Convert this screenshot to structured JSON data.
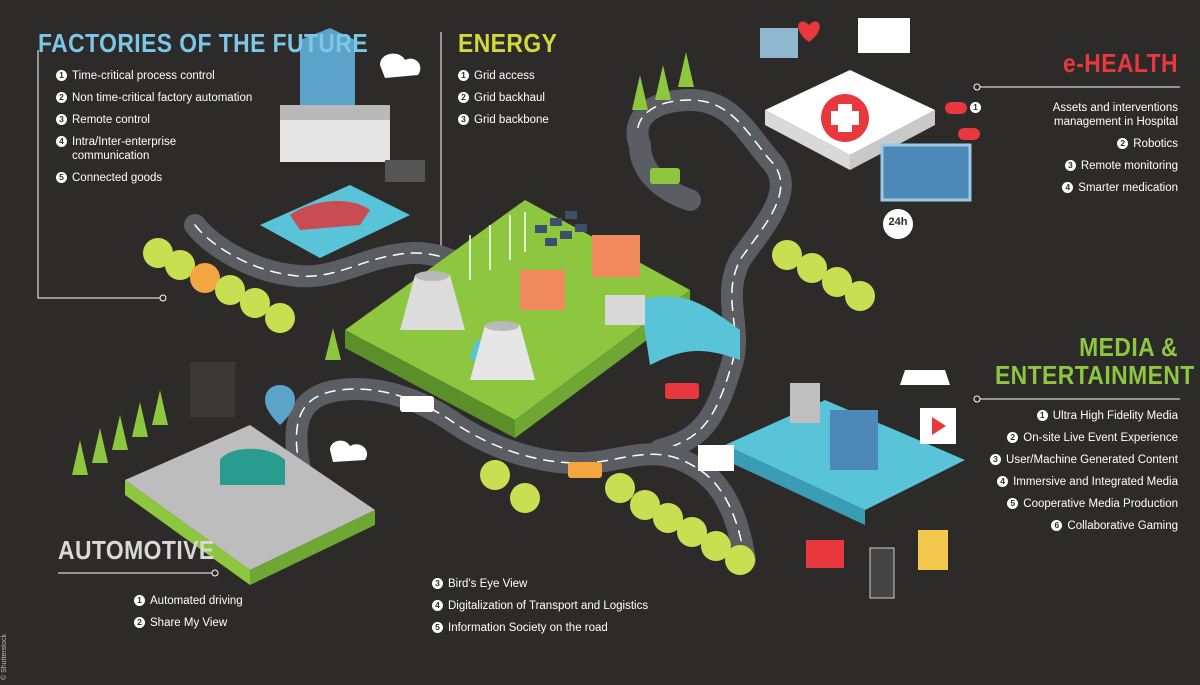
{
  "factories": {
    "title": "FACTORIES OF THE FUTURE",
    "color": "#7cc7e8",
    "items": [
      {
        "num": "1",
        "text": "Time-critical process control"
      },
      {
        "num": "2",
        "text": "Non time-critical factory automation"
      },
      {
        "num": "3",
        "text": "Remote control"
      },
      {
        "num": "4",
        "text": "Intra/Inter-enterprise communication"
      },
      {
        "num": "5",
        "text": "Connected goods"
      }
    ]
  },
  "energy": {
    "title": "ENERGY",
    "color": "#d3d93c",
    "items": [
      {
        "num": "1",
        "text": "Grid access"
      },
      {
        "num": "2",
        "text": "Grid backhaul"
      },
      {
        "num": "3",
        "text": "Grid backbone"
      }
    ]
  },
  "ehealth": {
    "title": "e-HEALTH",
    "color": "#e8383d",
    "items": [
      {
        "num": "1",
        "text": "Assets and interventions management in Hospital"
      },
      {
        "num": "2",
        "text": "Robotics"
      },
      {
        "num": "3",
        "text": "Remote monitoring"
      },
      {
        "num": "4",
        "text": "Smarter medication"
      }
    ]
  },
  "media": {
    "title_line1": "MEDIA &",
    "title_line2": "ENTERTAINMENT",
    "color": "#8dc63f",
    "items": [
      {
        "num": "1",
        "text": "Ultra High Fidelity Media"
      },
      {
        "num": "2",
        "text": "On-site Live Event Experience"
      },
      {
        "num": "3",
        "text": "User/Machine Generated Content"
      },
      {
        "num": "4",
        "text": "Immersive and Integrated Media"
      },
      {
        "num": "5",
        "text": "Cooperative Media Production"
      },
      {
        "num": "6",
        "text": "Collaborative Gaming"
      }
    ]
  },
  "automotive": {
    "title": "AUTOMOTIVE",
    "color": "#d9d9d9",
    "items": [
      {
        "num": "1",
        "text": "Automated driving"
      },
      {
        "num": "2",
        "text": "Share My View"
      }
    ],
    "items_center": [
      {
        "num": "3",
        "text": "Bird's Eye View"
      },
      {
        "num": "4",
        "text": "Digitalization of Transport and Logistics"
      },
      {
        "num": "5",
        "text": "Information Society on the road"
      }
    ]
  },
  "badge_24h": "24h",
  "credit": "© Shutterstock",
  "palette": {
    "background": "#2c2b2a",
    "road": "#5a5d62",
    "road_line": "#ffffff",
    "grass": "#8dc63f",
    "grass_dark": "#5a8f2a",
    "tree": "#c8df52",
    "water": "#59c3d8",
    "building_red": "#f08a5d",
    "health_red": "#e8383d"
  }
}
